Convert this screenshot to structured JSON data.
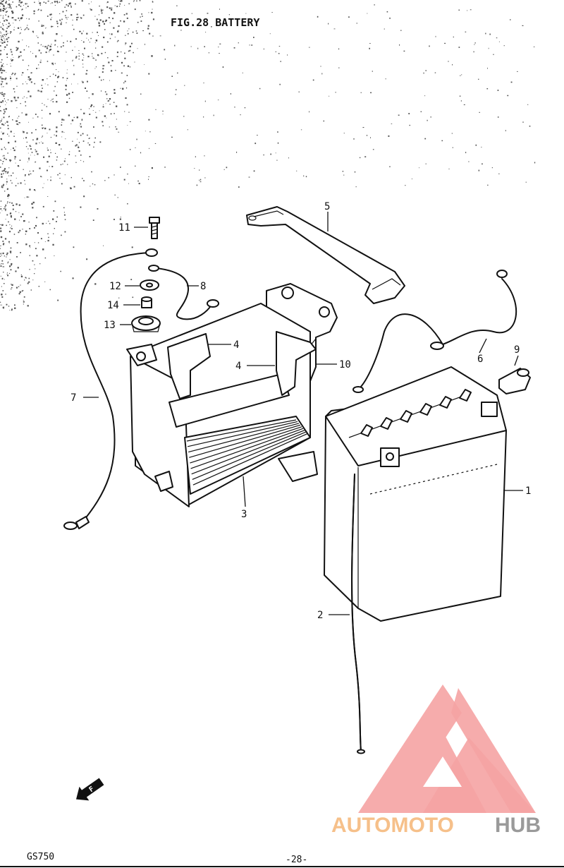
{
  "header": {
    "title": "FIG.28  BATTERY"
  },
  "footer": {
    "model": "GS750",
    "page": "-28-"
  },
  "watermark": {
    "brand_left": "AUTOMOTO",
    "brand_right": "HUB",
    "color_primary": "#f4a0a0",
    "color_text_right": "#9a9a9a",
    "color_text_left": "#f6c08a"
  },
  "direction_arrow": {
    "label": "F",
    "icon": "front-arrow-icon"
  },
  "parts": [
    {
      "id": "1",
      "label": "1"
    },
    {
      "id": "2",
      "label": "2"
    },
    {
      "id": "3",
      "label": "3"
    },
    {
      "id": "4a",
      "label": "4"
    },
    {
      "id": "4b",
      "label": "4"
    },
    {
      "id": "5",
      "label": "5"
    },
    {
      "id": "6",
      "label": "6"
    },
    {
      "id": "7",
      "label": "7"
    },
    {
      "id": "8",
      "label": "8"
    },
    {
      "id": "9",
      "label": "9"
    },
    {
      "id": "10",
      "label": "10"
    },
    {
      "id": "11",
      "label": "11"
    },
    {
      "id": "12",
      "label": "12"
    },
    {
      "id": "13",
      "label": "13"
    },
    {
      "id": "14",
      "label": "14"
    }
  ]
}
